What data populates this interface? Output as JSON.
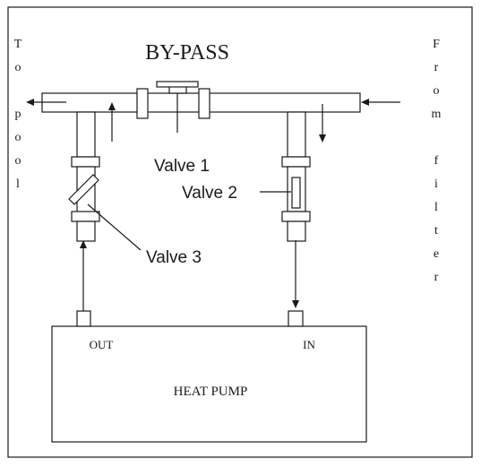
{
  "diagram": {
    "title": "BY-PASS",
    "left_side_label": "To pool",
    "right_side_label": "From filter",
    "labels": {
      "valve1": "Valve 1",
      "valve2": "Valve 2",
      "valve3": "Valve 3",
      "out": "OUT",
      "in": "IN",
      "heat_pump": "HEAT PUMP"
    }
  }
}
